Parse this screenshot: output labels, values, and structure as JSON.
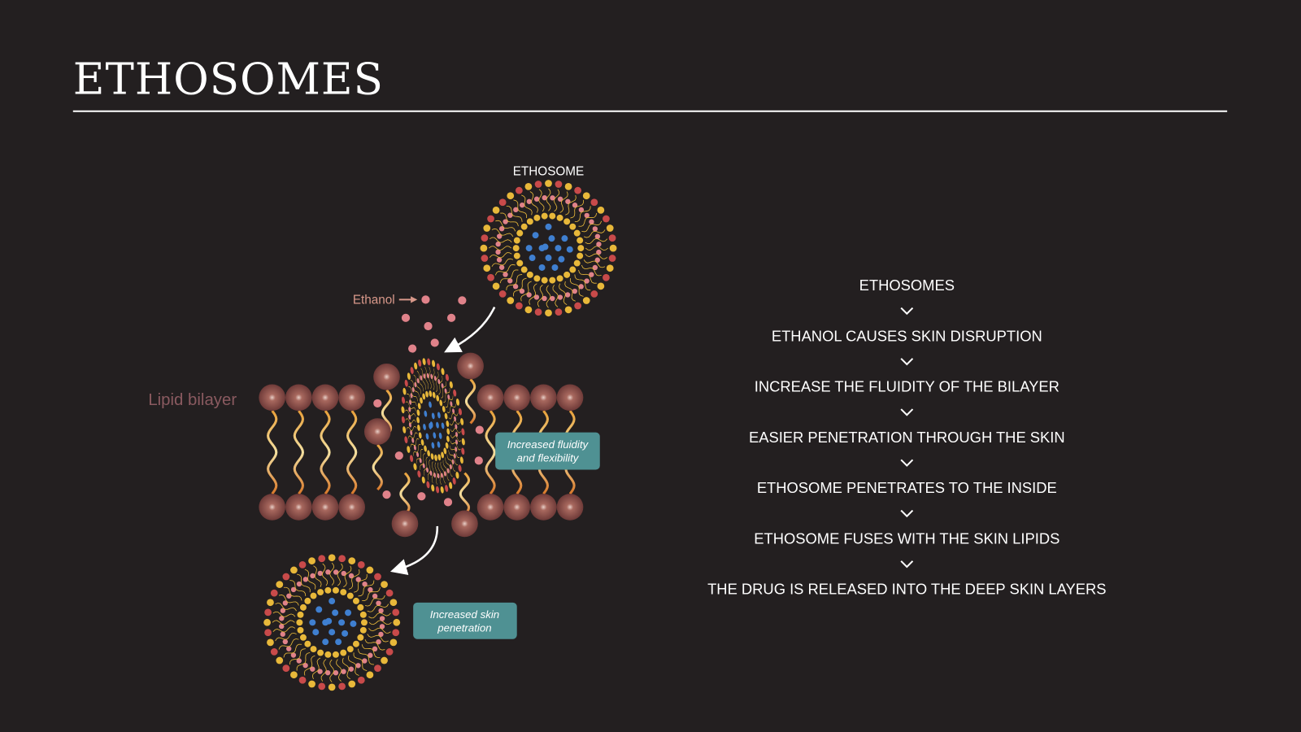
{
  "title": "ETHOSOMES",
  "diagram": {
    "ethosome_label": "ETHOSOME",
    "ethanol_label": "Ethanol",
    "lipid_bilayer_label": "Lipid bilayer",
    "box_fluidity": {
      "line1": "Increased fluidity",
      "line2": "and flexibility"
    },
    "box_penetration": {
      "line1": "Increased skin",
      "line2": "penetration"
    },
    "colors": {
      "background": "#231f20",
      "teal_box": "#4f9193",
      "head": "#8a4a48",
      "ethanol": "#e0828a",
      "yellow": "#e8b83a",
      "red": "#c84a4a",
      "blue": "#3f7fd0"
    }
  },
  "flow": {
    "steps": [
      "ETHOSOMES",
      "ETHANOL CAUSES SKIN DISRUPTION",
      "INCREASE THE FLUIDITY OF THE BILAYER",
      "EASIER PENETRATION THROUGH THE SKIN",
      "ETHOSOME PENETRATES TO THE INSIDE",
      "ETHOSOME FUSES WITH THE SKIN LIPIDS",
      "THE DRUG IS RELEASED INTO THE DEEP SKIN LAYERS"
    ],
    "separator_icon": "chevron-down-icon"
  }
}
